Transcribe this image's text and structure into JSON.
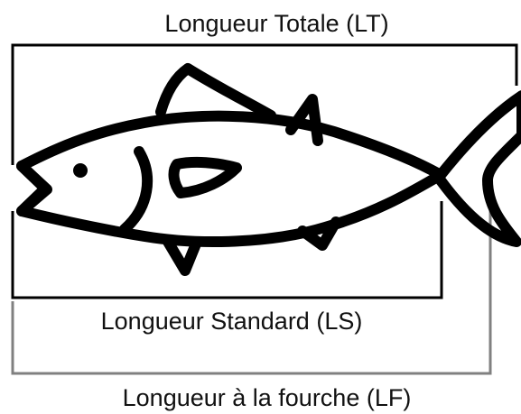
{
  "labels": {
    "total_length": "Longueur Totale (LT)",
    "standard_length": "Longueur Standard (LS)",
    "fork_length": "Longueur à la fourche (LF)"
  },
  "colors": {
    "fish_outline": "#000000",
    "total_bracket": "#000000",
    "standard_bracket": "#000000",
    "fork_bracket": "#808080",
    "text": "#111111"
  },
  "icons": {
    "fish": "tuna-fish-outline-icon"
  }
}
